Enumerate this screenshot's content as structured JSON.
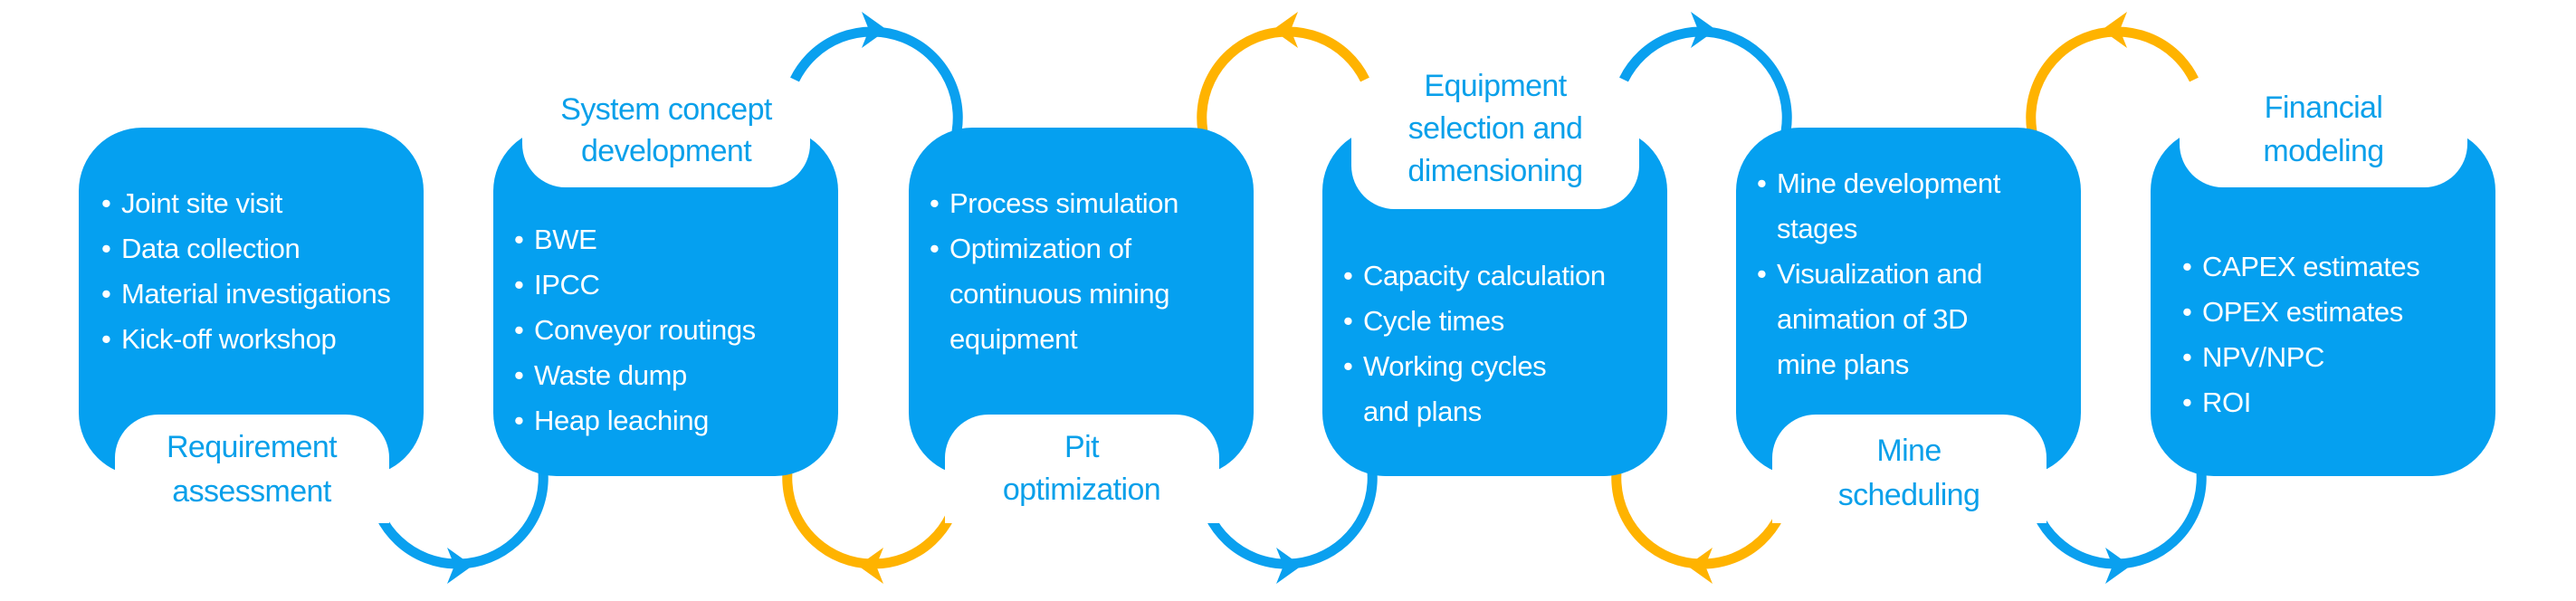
{
  "colors": {
    "card": "#05a0f0",
    "blue_arrow": "#0aa0ef",
    "orange_arrow": "#ffb300",
    "title": "#0aa0ea"
  },
  "cards": [
    {
      "title": [
        "Requirement",
        "assessment"
      ],
      "bullets": [
        [
          "Joint site visit"
        ],
        [
          "Data collection"
        ],
        [
          "Material investigations"
        ],
        [
          "Kick-off workshop"
        ]
      ]
    },
    {
      "title": [
        "System concept",
        "development"
      ],
      "bullets": [
        [
          "BWE"
        ],
        [
          "IPCC"
        ],
        [
          "Conveyor routings"
        ],
        [
          "Waste dump"
        ],
        [
          "Heap leaching"
        ]
      ]
    },
    {
      "title": [
        "Pit",
        "optimization"
      ],
      "bullets": [
        [
          "Process simulation"
        ],
        [
          "Optimization of",
          "continuous mining",
          "equipment"
        ]
      ]
    },
    {
      "title": [
        "Equipment",
        "selection and",
        "dimensioning"
      ],
      "bullets": [
        [
          "Capacity calculation"
        ],
        [
          "Cycle times"
        ],
        [
          "Working cycles",
          "and plans"
        ]
      ]
    },
    {
      "title": [
        "Mine",
        "scheduling"
      ],
      "bullets": [
        [
          "Mine development",
          "stages"
        ],
        [
          "Visualization and",
          "animation of 3D",
          "mine plans"
        ]
      ]
    },
    {
      "title": [
        "Financial",
        "modeling"
      ],
      "bullets": [
        [
          "CAPEX estimates"
        ],
        [
          "OPEX estimates"
        ],
        [
          "NPV/NPC"
        ],
        [
          "ROI"
        ]
      ]
    }
  ],
  "connectors": {
    "bottom": [
      "blue",
      "orange",
      "blue",
      "orange",
      "blue"
    ],
    "top": [
      "blue",
      "orange",
      "blue",
      "orange"
    ]
  }
}
